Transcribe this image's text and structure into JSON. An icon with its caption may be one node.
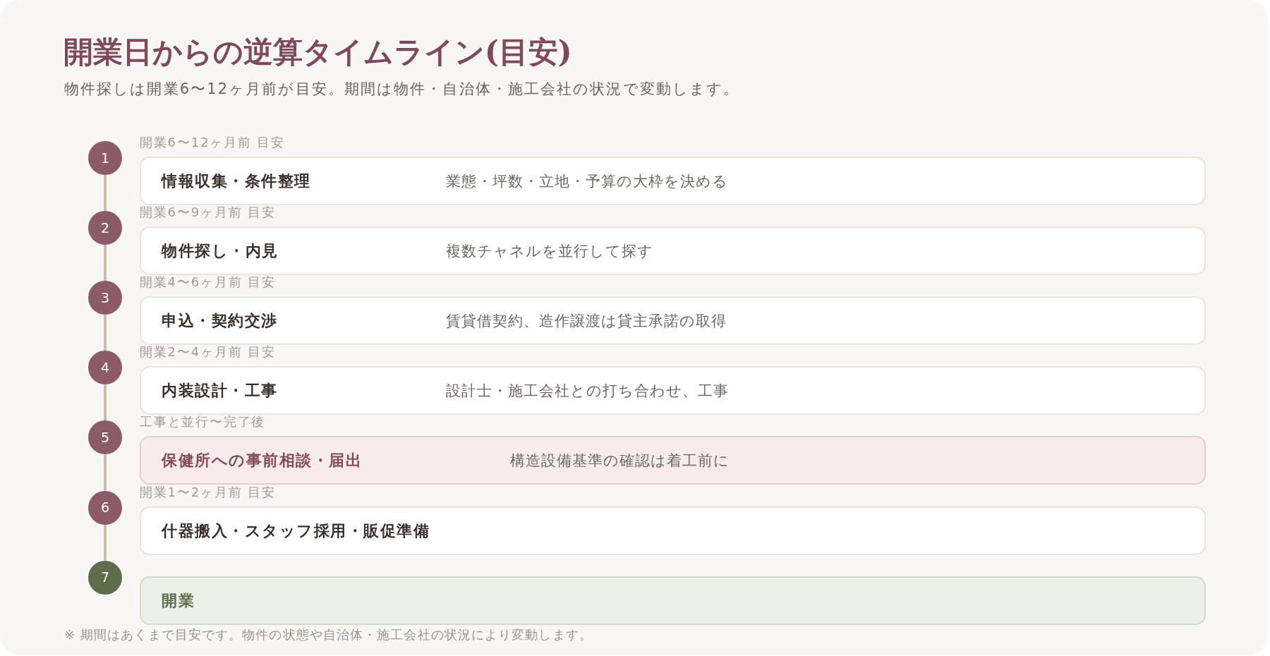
{
  "diagram": {
    "title": "開業日からの逆算タイムライン(目安)",
    "caption": "※ 期間はあくまで目安です。物件の状態や自治体・施工会社の状況により変動します。",
    "nodes": [
      {
        "text": [
          "1"
        ]
      },
      {
        "text": [
          "情報収集・条件整理",
          "業態・坪数・立地・予算の大枠を決める"
        ],
        "beside": [
          "開業6〜12ヶ月前 目安"
        ]
      },
      {
        "text": [
          "2"
        ]
      },
      {
        "text": [
          "物件探し・内見",
          "複数チャネルを並行して探す"
        ],
        "beside": [
          "開業6〜9ヶ月前 目安"
        ]
      },
      {
        "text": [
          "3"
        ]
      },
      {
        "text": [
          "申込・契約交渉",
          "賃貸借契約、造作譲渡は貸主承諾の取得"
        ],
        "beside": [
          "開業4〜6ヶ月前 目安"
        ]
      },
      {
        "text": [
          "4"
        ]
      },
      {
        "text": [
          "内装設計・工事",
          "設計士・施工会社との打ち合わせ、工事"
        ],
        "beside": [
          "開業2〜4ヶ月前 目安"
        ]
      },
      {
        "text": [
          "5"
        ]
      },
      {
        "text": [
          "保健所への事前相談・届出",
          "構造設備基準の確認は着工前に"
        ],
        "beside": [
          "工事と並行〜完了後"
        ]
      },
      {
        "text": [
          "6"
        ]
      },
      {
        "text": [
          "什器搬入・スタッフ採用・販促準備"
        ],
        "beside": [
          "開業1〜2ヶ月前 目安"
        ]
      },
      {
        "text": [
          "7"
        ]
      },
      {
        "text": [
          "開業"
        ]
      }
    ],
    "edges": [
      {
        "from": 0,
        "to": 2,
        "arrow": "none"
      },
      {
        "from": 2,
        "to": 4,
        "arrow": "none"
      },
      {
        "from": 4,
        "to": 6,
        "arrow": "none"
      },
      {
        "from": 6,
        "to": 8,
        "arrow": "none"
      },
      {
        "from": 8,
        "to": 10,
        "arrow": "none"
      },
      {
        "from": 10,
        "to": 12,
        "arrow": "none"
      }
    ],
    "labels": [
      "物件探しは開業6〜12ヶ月前が目安。期間は物件・自治体・施工会社の状況で変動します。"
    ]
  }
}
